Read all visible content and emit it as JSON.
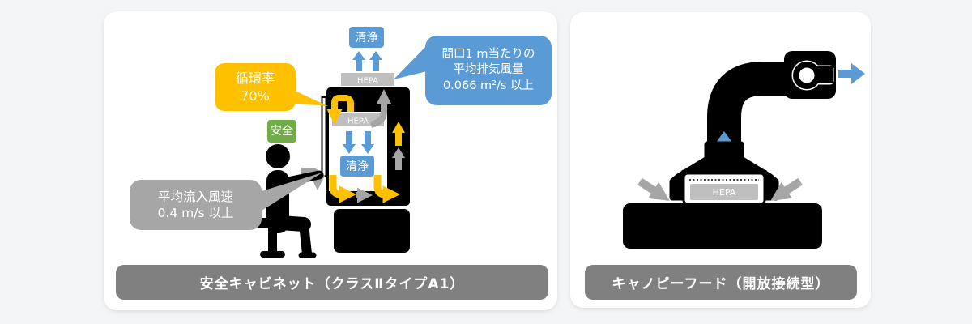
{
  "panels": {
    "cabinet": {
      "title": "安全キャビネット（クラスⅡタイプA1）",
      "labels": {
        "clean_top": "清浄",
        "clean_inner": "清浄",
        "hepa_top": "HEPA",
        "hepa_inner": "HEPA",
        "safety": "安全"
      },
      "callouts": {
        "circulation": {
          "line1": "循環率",
          "line2": "70%"
        },
        "exhaust": {
          "line1": "間口1 m当たりの",
          "line2": "平均排気風量",
          "line3": "0.066 m²/s 以上"
        },
        "inflow": {
          "line1": "平均流入風速",
          "line2": "0.4 m/s 以上"
        }
      }
    },
    "canopy": {
      "title": "キャノピーフード（開放接続型）",
      "labels": {
        "hepa": "HEPA"
      }
    }
  },
  "colors": {
    "blue": "#5B9BD5",
    "amber": "#FFC000",
    "green": "#70AD47",
    "gray_callout": "#A6A6A6",
    "gray_hepa": "#BFBFBF",
    "gray_title": "#808080",
    "black": "#000000",
    "card_bg": "#ffffff",
    "page_bg": "#f3f5f6"
  }
}
